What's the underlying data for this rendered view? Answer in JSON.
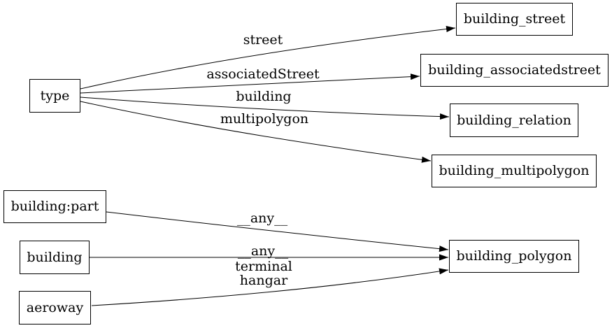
{
  "diagram": {
    "type": "directed-graph",
    "colors": {
      "background": "#ffffff",
      "node_border": "#000000",
      "edge_stroke": "#000000",
      "text": "#000000"
    },
    "nodes": {
      "type": {
        "label": "type"
      },
      "building_street": {
        "label": "building_street"
      },
      "building_associatedstreet": {
        "label": "building_associatedstreet"
      },
      "building_relation": {
        "label": "building_relation"
      },
      "building_multipolygon": {
        "label": "building_multipolygon"
      },
      "building_part": {
        "label": "building:part"
      },
      "building": {
        "label": "building"
      },
      "aeroway": {
        "label": "aeroway"
      },
      "building_polygon": {
        "label": "building_polygon"
      }
    },
    "edges": [
      {
        "from": "type",
        "to": "building_street",
        "label": "street"
      },
      {
        "from": "type",
        "to": "building_associatedstreet",
        "label": "associatedStreet"
      },
      {
        "from": "type",
        "to": "building_relation",
        "label": "building"
      },
      {
        "from": "type",
        "to": "building_multipolygon",
        "label": "multipolygon"
      },
      {
        "from": "building:part",
        "to": "building_polygon",
        "label": "__any__"
      },
      {
        "from": "building",
        "to": "building_polygon",
        "label": "__any__"
      },
      {
        "from": "aeroway",
        "to": "building_polygon",
        "label": "terminal\nhangar"
      }
    ]
  }
}
